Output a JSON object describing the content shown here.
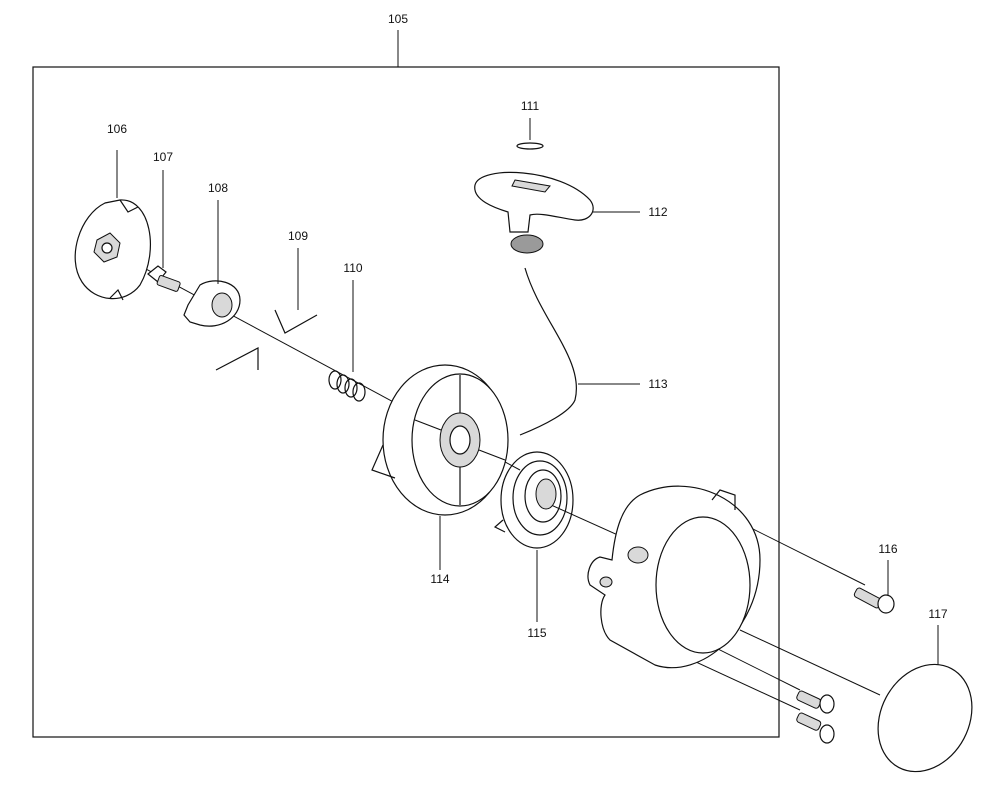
{
  "callouts": {
    "c105": "105",
    "c106": "106",
    "c107": "107",
    "c108": "108",
    "c109": "109",
    "c110": "110",
    "c111": "111",
    "c112": "112",
    "c113": "113",
    "c114": "114",
    "c115": "115",
    "c116": "116",
    "c117": "117"
  }
}
